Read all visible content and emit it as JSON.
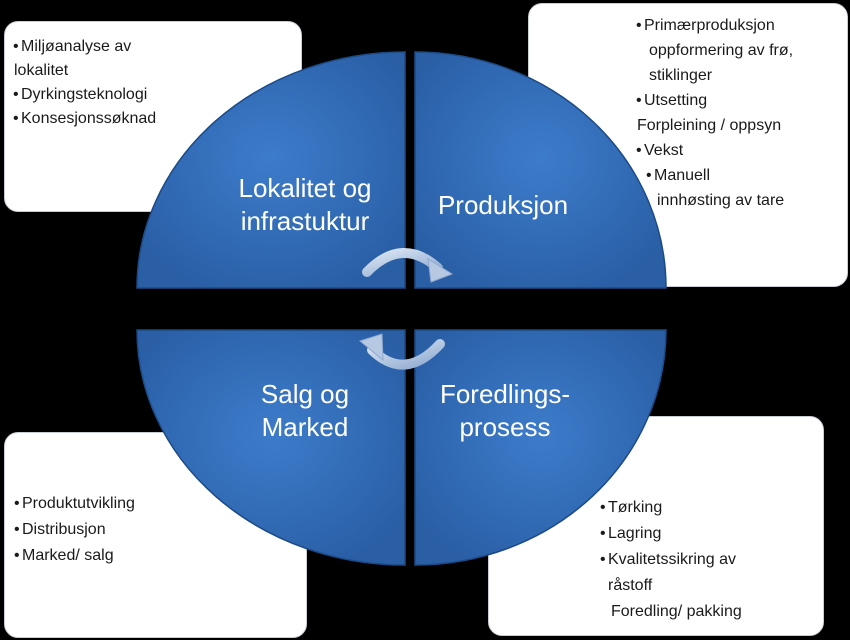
{
  "colors": {
    "background": "#000000",
    "quadrant_fill": "#2f6ab3",
    "quadrant_edge": "#1c4a86",
    "label_text": "#ffffff",
    "box_fill": "#ffffff",
    "arrow": "#b7c9e2"
  },
  "quadrants": {
    "top_left": {
      "line1": "Lokalitet og",
      "line2": "infrastuktur"
    },
    "top_right": {
      "line1": "Produksjon"
    },
    "bottom_left": {
      "line1": "Salg  og",
      "line2": "Marked"
    },
    "bottom_right": {
      "line1": "Foredlings-",
      "line2": "prosess"
    }
  },
  "boxes": {
    "top_left": [
      "Miljøanalyse av",
      "lokalitet",
      "Dyrkingsteknologi",
      "Konsesjonssøknad"
    ],
    "top_right": [
      "Primærproduksjon",
      "oppformering av frø,",
      "stiklinger",
      "Utsetting",
      "Forpleining / oppsyn",
      "Vekst",
      "Manuell",
      "innhøsting av tare"
    ],
    "bottom_left": [
      "Produktutvikling",
      "Distribusjon",
      "Marked/ salg"
    ],
    "bottom_right": [
      "Tørking",
      "Lagring",
      "Kvalitetssikring av",
      "råstoff",
      "Foredling/ pakking"
    ]
  },
  "icons": [
    "cycle-arrow-icon",
    "cycle-arrow-icon"
  ]
}
